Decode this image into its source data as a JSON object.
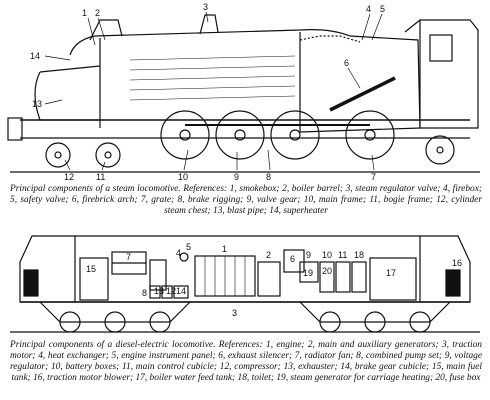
{
  "steam": {
    "caption": "Principal components of a steam locomotive. References: 1, smokebox; 2, boiler barrel; 3, steam regulator valve; 4, firebox; 5, safety valve; 6, firebrick arch; 7, grate; 8, brake rigging; 9, valve gear; 10, main frame; 11, bogie frame; 12, cylinder steam chest; 13, blast pipe; 14, superheater",
    "labels": [
      "1",
      "2",
      "3",
      "4",
      "5",
      "6",
      "7",
      "8",
      "9",
      "10",
      "11",
      "12",
      "13",
      "14"
    ]
  },
  "diesel": {
    "caption": "Principal components of a diesel-electric locomotive. References: 1, engine; 2, main and auxiliary generators; 3, traction motor; 4, heat exchanger; 5, engine instrument panel; 6, exhaust silencer; 7, radiator fan; 8, combined pump set; 9, voltage regulator; 10, battery boxes; 11, main control cubicle; 12, compressor; 13, exhauster; 14, brake gear cubicle; 15, main fuel tank; 16, traction motor blower; 17, boiler water feed tank; 18, toilet; 19, steam generator for carriage heating; 20, fuse box",
    "labels": [
      "16",
      "15",
      "7",
      "4",
      "5",
      "1",
      "2",
      "6",
      "19",
      "9",
      "10",
      "11",
      "20",
      "18",
      "16",
      "17",
      "8",
      "13",
      "12",
      "14",
      "3"
    ]
  }
}
